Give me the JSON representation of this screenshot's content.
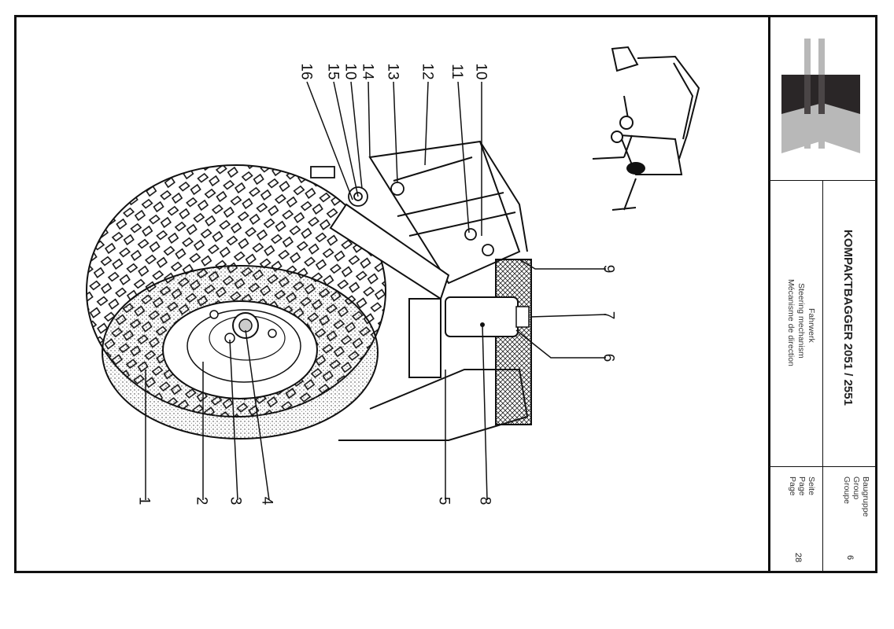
{
  "title_block": {
    "machine_title": "KOMPAKTBAGGER 2051 / 2551",
    "subtitle_de": "Fahrwerk",
    "subtitle_en": "Steering mechanism",
    "subtitle_fr": "Mécanisme de direction",
    "group_de": "Baugruppe",
    "group_en": "Group",
    "group_fr": "Groupe",
    "group_value": "6",
    "page_de": "Seite",
    "page_en": "Page",
    "page_fr": "Page",
    "page_value": "28"
  },
  "callouts": {
    "c1": "1",
    "c2": "2",
    "c3": "3",
    "c4": "4",
    "c5": "5",
    "c6": "6",
    "c7": "7",
    "c8": "8",
    "c9": "9",
    "c10a": "10",
    "c10b": "10",
    "c11": "11",
    "c12": "12",
    "c13": "13",
    "c14": "14",
    "c15": "15",
    "c16": "16"
  },
  "colors": {
    "frame": "#111111",
    "logo_dark": "#2a2627",
    "logo_light": "#b8b8b8"
  }
}
